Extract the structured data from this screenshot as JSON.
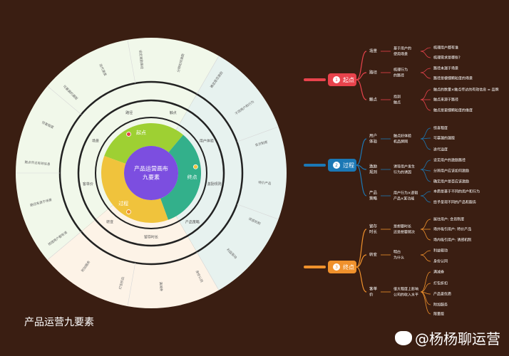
{
  "title": "产品运营九要素",
  "watermark": "@杨杨聊运营",
  "center": {
    "line1": "产品运营画布",
    "line2": "九要素"
  },
  "phases": [
    {
      "num": "1",
      "label": "起点",
      "color": "#e8434c",
      "groups": [
        {
          "label": "场景",
          "mid": [
            "基于用户的",
            "使用场景"
          ],
          "leaves": [
            "梳理用户都有谁",
            "梳理需求是哪些?"
          ]
        },
        {
          "label": "路径",
          "mid": [
            "梳理行为",
            "的路径"
          ],
          "leaves": [
            "路径未漏于场景",
            "路径是梗细颗粒度的场景"
          ]
        },
        {
          "label": "触点",
          "mid": [
            "找到",
            "触点"
          ],
          "leaves": [
            "触点的数量×触点传达的有效信息 = 品牌",
            "触点来源于路径",
            "触点是更细颗粒度的维度"
          ]
        }
      ]
    },
    {
      "num": "2",
      "label": "过程",
      "color": "#1b78b5",
      "groups": [
        {
          "label": [
            "用户",
            "体验"
          ],
          "mid": [
            "触点好体验",
            "机品牌网"
          ],
          "leaves": [
            "惊喜程度",
            "可暴漏的漏版",
            "迭代溢度"
          ]
        },
        {
          "label": [
            "激励",
            "规则"
          ],
          "mid": [
            "诱导用户发生",
            "行为的诱因"
          ],
          "leaves": [
            "设定用户的激励路径",
            "分辨用户应该如何激励",
            "确定用户是否应该激励"
          ]
        },
        {
          "label": [
            "产品",
            "策略"
          ],
          "mid": [
            "用户行为×逻辑",
            "产品×某功能"
          ],
          "leaves": [
            "本质是基于不同的用户和行为",
            "给予呈现不同的产品和服务"
          ]
        }
      ]
    },
    {
      "num": "3",
      "label": "终点",
      "color": "#f0912c",
      "groups": [
        {
          "label": [
            "留存",
            "时长"
          ],
          "mid": [
            "是想要时长",
            "还是想要频次"
          ],
          "leaves": [
            "属往用户: 会员制度",
            "场外吸引用户: 特价产品",
            "场内吸引用户: 诱感机制"
          ]
        },
        {
          "label": "转变",
          "mid": [
            "明白",
            "为什么"
          ],
          "leaves": [
            "利益驱动",
            "身份认同"
          ]
        },
        {
          "label": [
            "客单",
            "价"
          ],
          "mid": [
            "很大程度上影响",
            "公司的收入水平"
          ],
          "leaves": [
            "满减券",
            "打包折扣",
            "产品更优质",
            "附加服务",
            "限量版"
          ]
        }
      ]
    }
  ],
  "inner": {
    "green": "起点",
    "teal": "终点",
    "yellow": "过程"
  },
  "wheel": {
    "mid_labels": [
      "场景",
      "路径",
      "触点",
      "用户体验",
      "激励规则",
      "产品策略",
      "留存时长",
      "转变",
      "客单价"
    ],
    "outer_labels": [
      "梳理用户都有谁",
      "路径来源于场景",
      "触点传达有效信息",
      "惊喜程度",
      "可暴漏的漏版",
      "迭代速度",
      "设定激励路径",
      "分辨如何激励",
      "确定是否激励",
      "不同用户和行为",
      "会员制度",
      "特价产品",
      "诱感机制",
      "利益驱动",
      "身份认同",
      "满减券",
      "打包折扣",
      "附加服务"
    ]
  },
  "colors": {
    "bg": "#3a1e12",
    "green": "#9ed033",
    "teal": "#33b08b",
    "yellow": "#f0c33c",
    "center": "#7c4ee0",
    "outer_green": "#f1f8ea",
    "outer_teal": "#e7f2ef",
    "outer_peach": "#fdf3e7",
    "line": "#222222"
  }
}
